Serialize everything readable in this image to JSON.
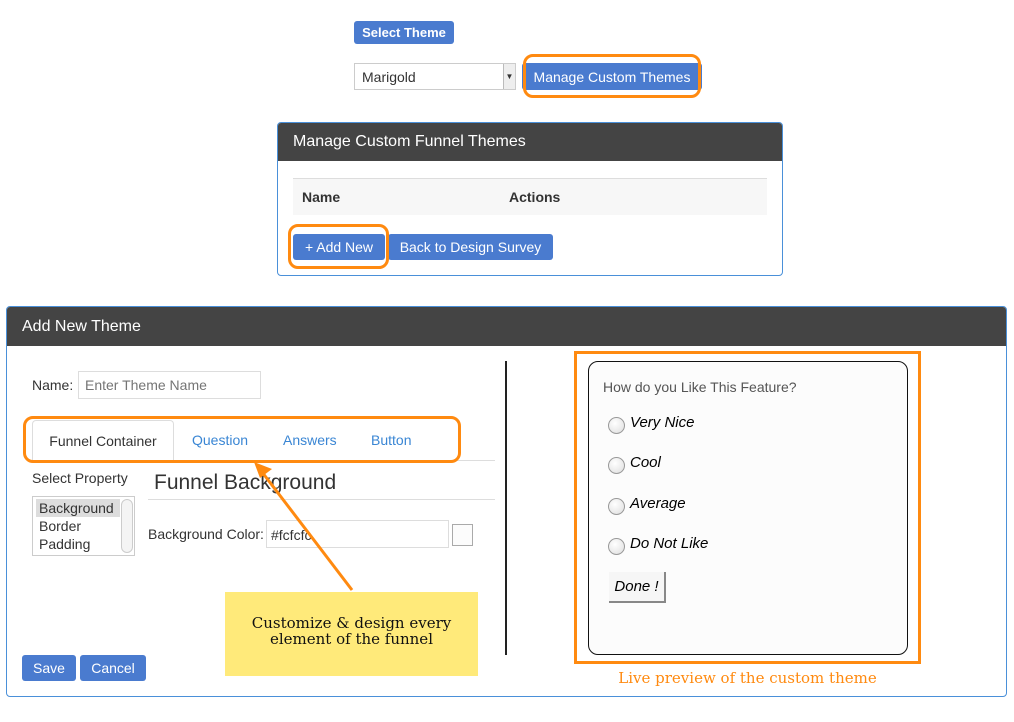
{
  "theme_selector": {
    "label": "Select Theme",
    "selected": "Marigold",
    "manage_button": "Manage Custom Themes"
  },
  "manage_panel": {
    "title": "Manage Custom Funnel Themes",
    "columns": [
      "Name",
      "Actions"
    ],
    "add_button": "+ Add New",
    "back_button": "Back to Design Survey"
  },
  "add_panel": {
    "title": "Add New Theme",
    "name_label": "Name:",
    "name_placeholder": "Enter Theme Name",
    "tabs": [
      "Funnel Container",
      "Question",
      "Answers",
      "Button"
    ],
    "select_property_label": "Select Property",
    "properties": [
      "Background",
      "Border",
      "Padding"
    ],
    "section_title": "Funnel Background",
    "bg_color_label": "Background Color:",
    "bg_color_value": "#fcfcfc",
    "save": "Save",
    "cancel": "Cancel"
  },
  "preview": {
    "question": "How do you Like This Feature?",
    "options": [
      "Very Nice",
      "Cool",
      "Average",
      "Do Not Like"
    ],
    "done_button": "Done !"
  },
  "annotations": {
    "callout": "Customize & design every element of the funnel",
    "preview_caption": "Live preview of the custom theme"
  },
  "colors": {
    "accent": "#4a7bcf",
    "highlight": "#ff8a10",
    "callout_bg": "#ffea7a",
    "header": "#444444"
  }
}
